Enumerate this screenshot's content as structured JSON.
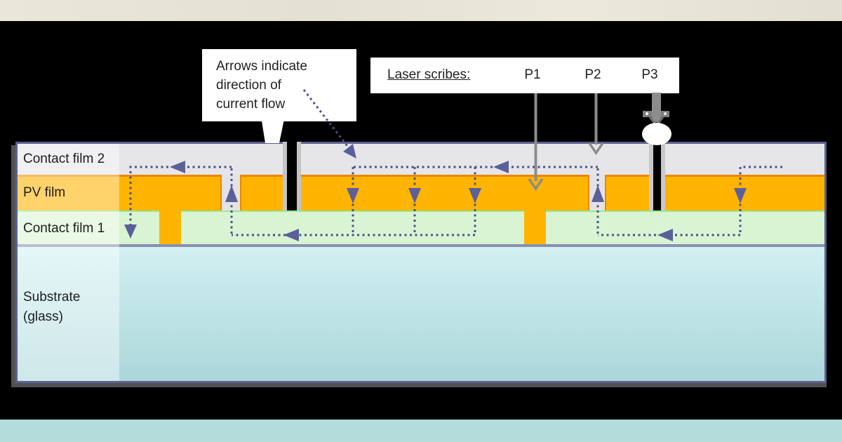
{
  "callout": {
    "line1": "Arrows indicate",
    "line2": "direction of",
    "line3": "current flow"
  },
  "laser_scribes": {
    "title": "Laser scribes:",
    "p1": "P1",
    "p2": "P2",
    "p3": "P3"
  },
  "layers": {
    "contact_film_2": {
      "label": "Contact film 2",
      "color": "#e6e6e8"
    },
    "pv_film": {
      "label": "PV film",
      "color": "#ffb400",
      "edge_color": "#ee8500"
    },
    "contact_film_1": {
      "label": "Contact film 1",
      "color": "#d9f4d2"
    },
    "substrate": {
      "label_line1": "Substrate",
      "label_line2": "(glass)",
      "color_top": "#d2f0f2",
      "color_bottom": "#abd7da"
    }
  },
  "colors": {
    "panel_border": "#5c6191",
    "panel_shadow": "#515156",
    "current_path_dots": "#4b4f8e",
    "current_arrow_fill": "#5b5f9a",
    "scribe_pointer_gray": "#8d8d8d",
    "top_strip": "#e8e4d6",
    "bottom_strip": "#b3dcdb"
  }
}
